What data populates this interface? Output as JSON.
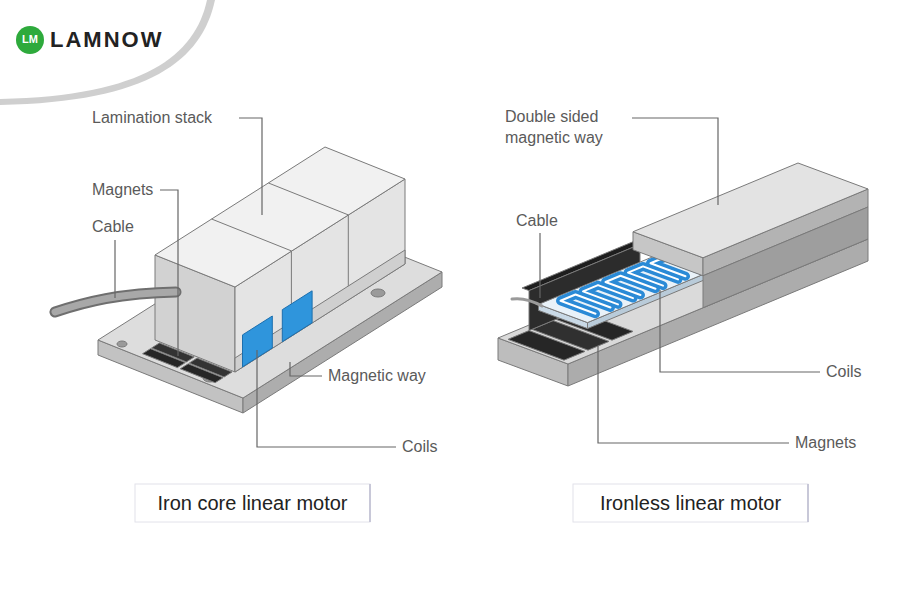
{
  "diagram": {
    "labels": [
      "LM",
      "LAMNOW",
      "Lamination stack",
      "Magnets",
      "Cable",
      "Magnetic way",
      "Coils",
      "Iron core linear motor",
      "Double sided magnetic way",
      "Cable",
      "Coils",
      "Magnets",
      "Ironless linear motor"
    ]
  }
}
